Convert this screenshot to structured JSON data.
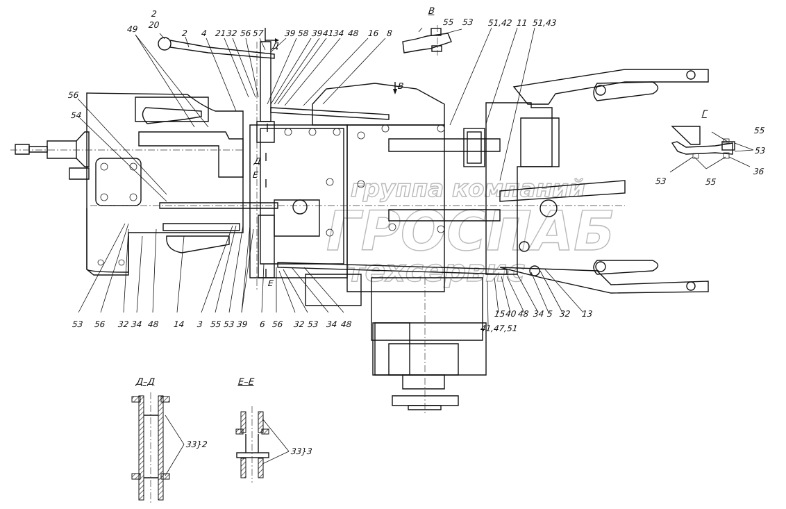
{
  "title": "Transmission control linkage assembly drawing",
  "watermark": {
    "line1": "группа компаний",
    "line2": "ГРОСПАБ",
    "line3": "техсервис"
  },
  "views": {
    "view_v": {
      "label": "В",
      "callouts": [
        "55",
        "53"
      ]
    },
    "view_g": {
      "label": "Г",
      "callouts": [
        "55",
        "53",
        "36",
        "53",
        "55"
      ]
    },
    "section_d": {
      "label": "Д–Д",
      "callout": "33}2"
    },
    "section_e": {
      "label": "Е–Е",
      "callout": "33}3"
    }
  },
  "section_marks": {
    "d": "Д",
    "e": "Е",
    "arrow_v": "В"
  },
  "top_callouts": [
    {
      "id": "t-49",
      "text": "49"
    },
    {
      "id": "t-2-20-num",
      "text": "2"
    },
    {
      "id": "t-2-20-den",
      "text": "20"
    },
    {
      "id": "t-2",
      "text": "2"
    },
    {
      "id": "t-4",
      "text": "4"
    },
    {
      "id": "t-21",
      "text": "21"
    },
    {
      "id": "t-32",
      "text": "32"
    },
    {
      "id": "t-56",
      "text": "56"
    },
    {
      "id": "t-57",
      "text": "57"
    },
    {
      "id": "t-39a",
      "text": "39"
    },
    {
      "id": "t-58",
      "text": "58"
    },
    {
      "id": "t-39b",
      "text": "39"
    },
    {
      "id": "t-41",
      "text": "41"
    },
    {
      "id": "t-34",
      "text": "34"
    },
    {
      "id": "t-48",
      "text": "48"
    },
    {
      "id": "t-16",
      "text": "16"
    },
    {
      "id": "t-8",
      "text": "8"
    },
    {
      "id": "t-5142",
      "text": "51,42"
    },
    {
      "id": "t-11",
      "text": "11"
    },
    {
      "id": "t-5143",
      "text": "51,43"
    }
  ],
  "left_callouts": [
    {
      "id": "l-56",
      "text": "56"
    },
    {
      "id": "l-54",
      "text": "54"
    }
  ],
  "bottom_callouts": [
    {
      "id": "b-53a",
      "text": "53"
    },
    {
      "id": "b-56a",
      "text": "56"
    },
    {
      "id": "b-32a",
      "text": "32"
    },
    {
      "id": "b-34a",
      "text": "34"
    },
    {
      "id": "b-48a",
      "text": "48"
    },
    {
      "id": "b-14",
      "text": "14"
    },
    {
      "id": "b-3",
      "text": "3"
    },
    {
      "id": "b-55",
      "text": "55"
    },
    {
      "id": "b-53b",
      "text": "53"
    },
    {
      "id": "b-39",
      "text": "39"
    },
    {
      "id": "b-6",
      "text": "6"
    },
    {
      "id": "b-56b",
      "text": "56"
    },
    {
      "id": "b-32b",
      "text": "32"
    },
    {
      "id": "b-53c",
      "text": "53"
    },
    {
      "id": "b-34b",
      "text": "34"
    },
    {
      "id": "b-48b",
      "text": "48"
    },
    {
      "id": "b-414751",
      "text": "41,47,51"
    },
    {
      "id": "b-15",
      "text": "15"
    },
    {
      "id": "b-40",
      "text": "40"
    },
    {
      "id": "b-48c",
      "text": "48"
    },
    {
      "id": "b-34c",
      "text": "34"
    },
    {
      "id": "b-5",
      "text": "5"
    },
    {
      "id": "b-32c",
      "text": "32"
    },
    {
      "id": "b-13",
      "text": "13"
    }
  ]
}
